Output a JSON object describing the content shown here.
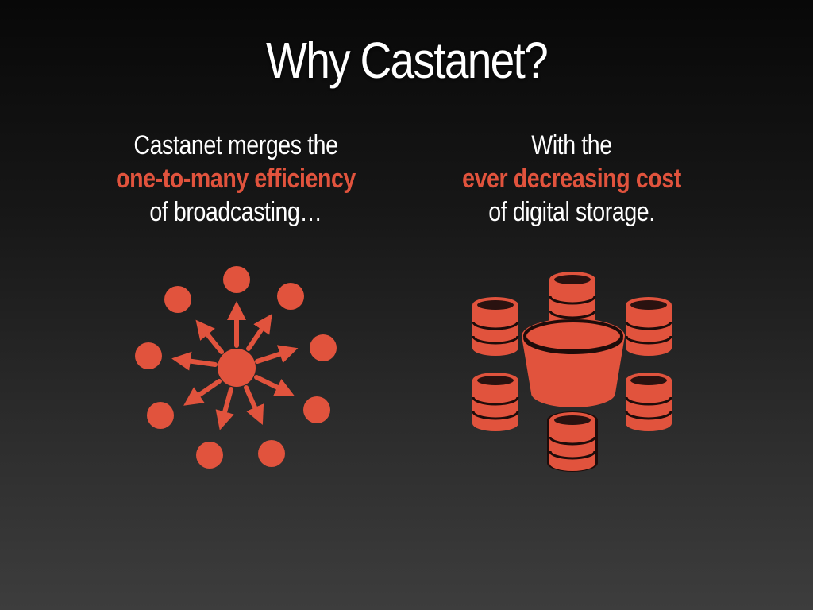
{
  "slide": {
    "title": "Why Castanet?"
  },
  "left_column": {
    "line1": "Castanet merges the",
    "highlight": "one-to-many efficiency",
    "line3": "of broadcasting…"
  },
  "right_column": {
    "line1": "With the",
    "highlight": "ever decreasing cost",
    "line3": "of digital storage."
  },
  "colors": {
    "accent": "#e1533d",
    "text": "#ffffff",
    "background_top": "#080808",
    "background_bottom": "#3d3d3d"
  },
  "icons": {
    "left": "broadcast-network-icon",
    "right": "database-storage-icon"
  }
}
